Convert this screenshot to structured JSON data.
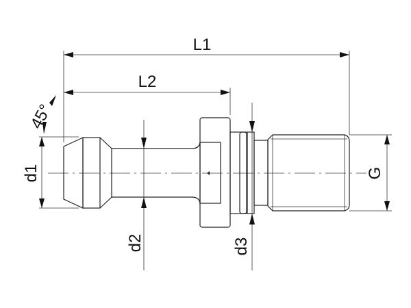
{
  "title": "Pull stud dimensional drawing",
  "dimensions": {
    "l1": "L1",
    "l2": "L2",
    "d1": "d1",
    "d2": "d2",
    "d3": "d3",
    "g": "G",
    "angle": "45°"
  },
  "colors": {
    "line": "#222222",
    "background": "#ffffff"
  }
}
